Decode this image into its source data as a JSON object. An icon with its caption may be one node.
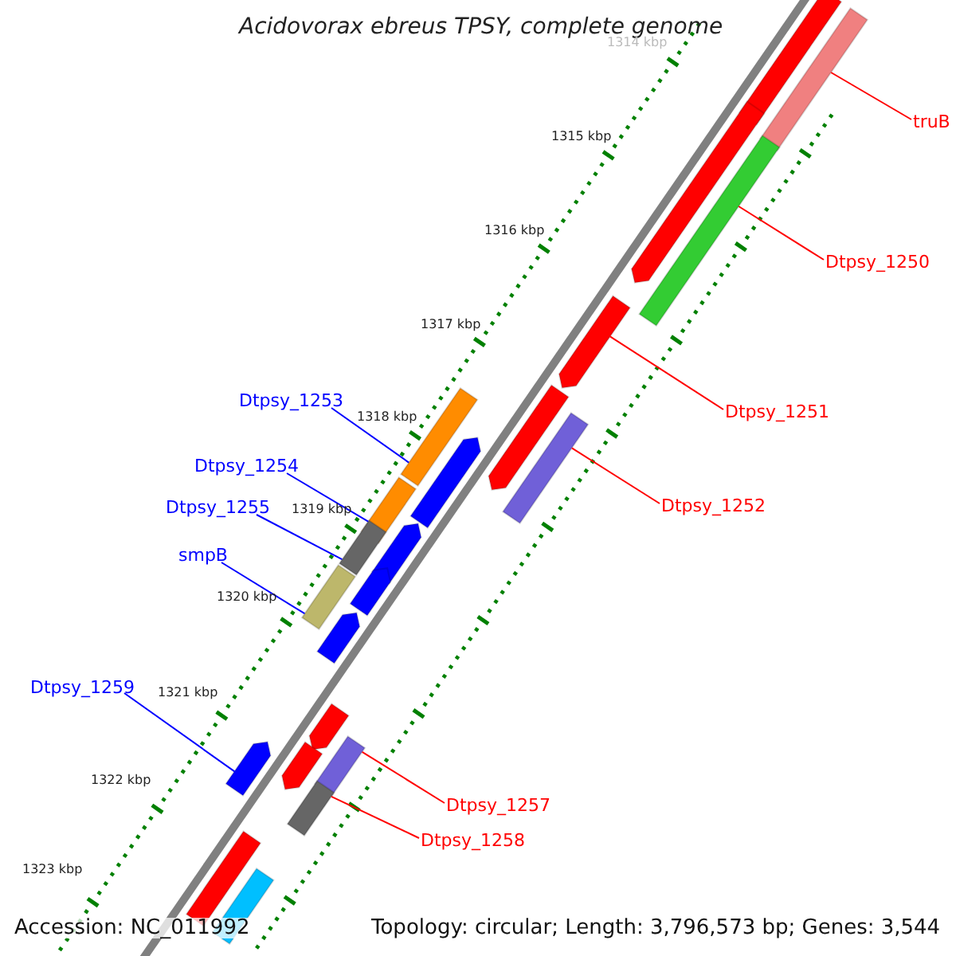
{
  "diagram": {
    "title": "Acidovorax ebreus TPSY, complete genome",
    "nodes": [
      {
        "text": [
          "truB"
        ]
      },
      {
        "text": [
          "Dtpsy_1250"
        ]
      },
      {
        "text": [
          "Dtpsy_1253"
        ]
      },
      {
        "text": [
          "Dtpsy_1251"
        ]
      },
      {
        "text": [
          "Dtpsy_1254"
        ]
      },
      {
        "text": [
          "Dtpsy_1255"
        ]
      },
      {
        "text": [
          "Dtpsy_1252"
        ]
      },
      {
        "text": [
          "smpB"
        ]
      },
      {
        "text": [
          "Dtpsy_1259"
        ]
      },
      {
        "text": [
          "Dtpsy_1257"
        ]
      },
      {
        "text": [
          "Dtpsy_1258"
        ]
      },
      {
        "text": [],
        "shape": "bar"
      },
      {
        "text": [],
        "shape": "bar"
      },
      {
        "text": [],
        "shape": "bar"
      },
      {
        "text": [],
        "shape": "bar"
      },
      {
        "text": [],
        "shape": "bar"
      },
      {
        "text": [],
        "shape": "bar"
      },
      {
        "text": [],
        "shape": "bar"
      },
      {
        "text": [],
        "shape": "bar"
      },
      {
        "text": [],
        "shape": "bar"
      },
      {
        "text": [],
        "shape": "bar"
      },
      {
        "text": [],
        "shape": "bar"
      },
      {
        "text": [],
        "shape": "bar"
      },
      {
        "text": [],
        "shape": "bar"
      },
      {
        "text": [],
        "shape": "bar"
      },
      {
        "text": [],
        "shape": "bar"
      },
      {
        "text": [],
        "shape": "bar"
      },
      {
        "text": [],
        "shape": "bar"
      },
      {
        "text": [],
        "shape": "bar"
      },
      {
        "text": [],
        "shape": "bar"
      },
      {
        "text": [],
        "shape": "bar"
      },
      {
        "text": [],
        "shape": "bar"
      },
      {
        "text": [],
        "shape": "bar"
      }
    ],
    "edges": [
      {
        "from": 0,
        "to": 12,
        "arrow": "none"
      },
      {
        "from": 1,
        "to": 14,
        "arrow": "none"
      },
      {
        "from": 2,
        "to": 18,
        "arrow": "none",
        "color": "#0000ff"
      },
      {
        "from": 3,
        "to": 15,
        "arrow": "none"
      },
      {
        "from": 4,
        "to": 20,
        "arrow": "none",
        "color": "#0000ff"
      },
      {
        "from": 5,
        "to": 22,
        "arrow": "none",
        "color": "#0000ff"
      },
      {
        "from": 6,
        "to": 17,
        "arrow": "none"
      },
      {
        "from": 7,
        "to": 24,
        "arrow": "none",
        "color": "#0000ff"
      },
      {
        "from": 8,
        "to": 30,
        "arrow": "none",
        "color": "#0000ff"
      },
      {
        "from": 9,
        "to": 27,
        "arrow": "none"
      },
      {
        "from": 10,
        "to": 29,
        "arrow": "none"
      }
    ],
    "labels": [
      "1314 kbp",
      "1315 kbp",
      "1316 kbp",
      "1317 kbp",
      "1318 kbp",
      "1319 kbp",
      "1320 kbp",
      "1321 kbp",
      "1322 kbp",
      "1323 kbp",
      "Accession: NC_011992",
      "Topology: circular; Length: 3,796,573 bp; Genes: 3,544"
    ]
  }
}
